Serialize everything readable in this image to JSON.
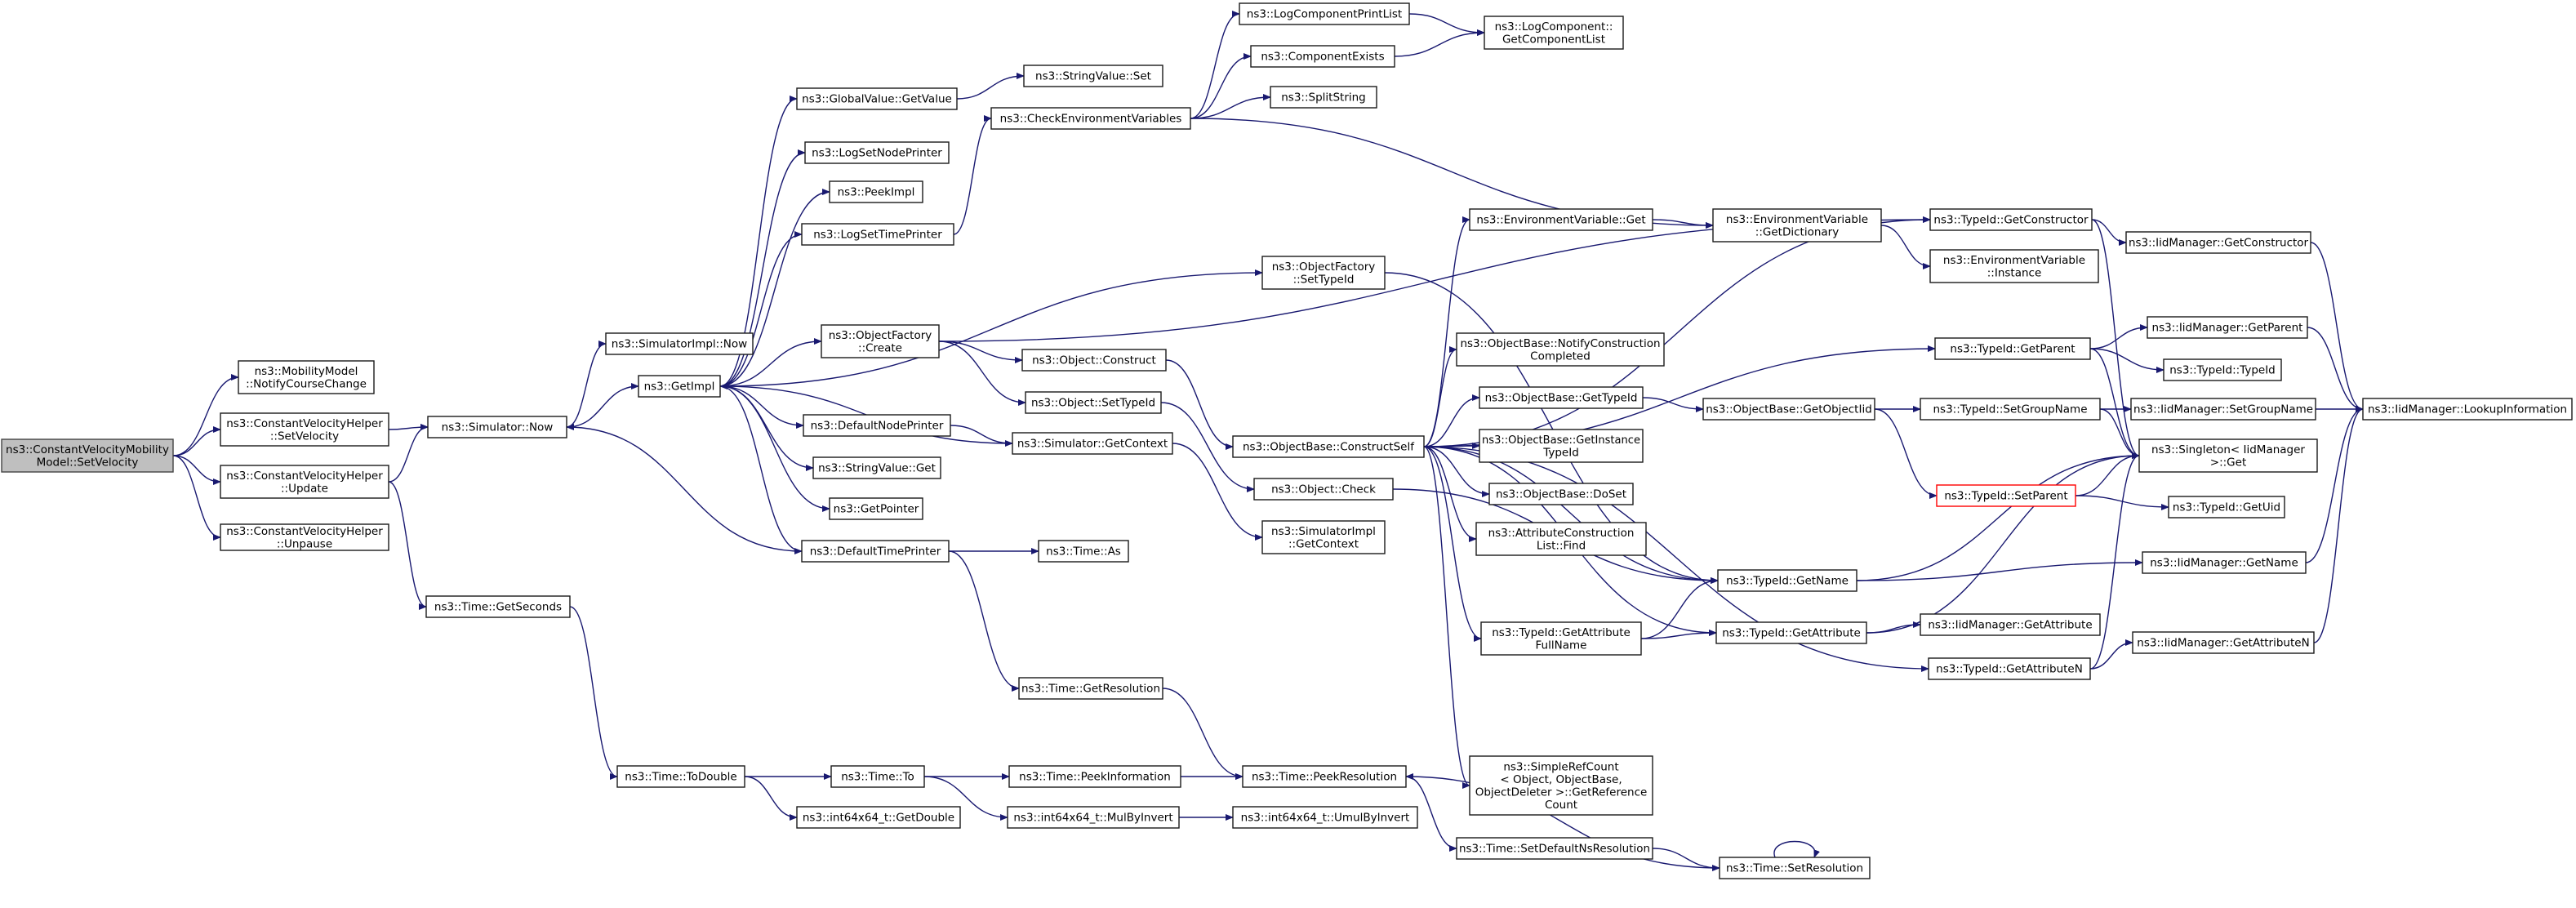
{
  "graph": {
    "title": "",
    "colors": {
      "edge": "#191970",
      "node_border": "#1a1a1a",
      "root_fill": "#bfbfbf",
      "highlight_border": "#ff0000"
    },
    "nodes": [
      {
        "id": "root",
        "label": [
          "ns3::ConstantVelocityMobility",
          "Model::SetVelocity"
        ],
        "style": "root"
      },
      {
        "id": "nccc",
        "label": [
          "ns3::MobilityModel",
          "::NotifyCourseChange"
        ]
      },
      {
        "id": "cvh_setv",
        "label": [
          "ns3::ConstantVelocityHelper",
          "::SetVelocity"
        ]
      },
      {
        "id": "cvh_upd",
        "label": [
          "ns3::ConstantVelocityHelper",
          "::Update"
        ]
      },
      {
        "id": "cvh_unp",
        "label": [
          "ns3::ConstantVelocityHelper",
          "::Unpause"
        ]
      },
      {
        "id": "sim_now",
        "label": [
          "ns3::Simulator::Now"
        ]
      },
      {
        "id": "time_gets",
        "label": [
          "ns3::Time::GetSeconds"
        ]
      },
      {
        "id": "simimpl_now",
        "label": [
          "ns3::SimulatorImpl::Now"
        ]
      },
      {
        "id": "getimpl",
        "label": [
          "ns3::GetImpl"
        ]
      },
      {
        "id": "gv_getv",
        "label": [
          "ns3::GlobalValue::GetValue"
        ]
      },
      {
        "id": "lsnp",
        "label": [
          "ns3::LogSetNodePrinter"
        ]
      },
      {
        "id": "peekimpl",
        "label": [
          "ns3::PeekImpl"
        ]
      },
      {
        "id": "lstp",
        "label": [
          "ns3::LogSetTimePrinter"
        ]
      },
      {
        "id": "of_create",
        "label": [
          "ns3::ObjectFactory",
          "::Create"
        ]
      },
      {
        "id": "dnp",
        "label": [
          "ns3::DefaultNodePrinter"
        ]
      },
      {
        "id": "sv_get",
        "label": [
          "ns3::StringValue::Get"
        ]
      },
      {
        "id": "getptr",
        "label": [
          "ns3::GetPointer"
        ]
      },
      {
        "id": "dtp",
        "label": [
          "ns3::DefaultTimePrinter"
        ]
      },
      {
        "id": "time_todbl",
        "label": [
          "ns3::Time::ToDouble"
        ]
      },
      {
        "id": "i64_getd",
        "label": [
          "ns3::int64x64_t::GetDouble"
        ]
      },
      {
        "id": "time_to",
        "label": [
          "ns3::Time::To"
        ]
      },
      {
        "id": "sv_set",
        "label": [
          "ns3::StringValue::Set"
        ]
      },
      {
        "id": "cev",
        "label": [
          "ns3::CheckEnvironmentVariables"
        ]
      },
      {
        "id": "obj_construct",
        "label": [
          "ns3::Object::Construct"
        ]
      },
      {
        "id": "obj_settid",
        "label": [
          "ns3::Object::SetTypeId"
        ]
      },
      {
        "id": "sim_getctx",
        "label": [
          "ns3::Simulator::GetContext"
        ]
      },
      {
        "id": "time_as",
        "label": [
          "ns3::Time::As"
        ]
      },
      {
        "id": "time_getres",
        "label": [
          "ns3::Time::GetResolution"
        ]
      },
      {
        "id": "time_peekinfo",
        "label": [
          "ns3::Time::PeekInformation"
        ]
      },
      {
        "id": "i64_mulbyinv",
        "label": [
          "ns3::int64x64_t::MulByInvert"
        ]
      },
      {
        "id": "lcpl",
        "label": [
          "ns3::LogComponentPrintList"
        ]
      },
      {
        "id": "comp_exists",
        "label": [
          "ns3::ComponentExists"
        ]
      },
      {
        "id": "splitstr",
        "label": [
          "ns3::SplitString"
        ]
      },
      {
        "id": "of_settid",
        "label": [
          "ns3::ObjectFactory",
          "::SetTypeId"
        ]
      },
      {
        "id": "ob_cself",
        "label": [
          "ns3::ObjectBase::ConstructSelf"
        ]
      },
      {
        "id": "obj_check",
        "label": [
          "ns3::Object::Check"
        ]
      },
      {
        "id": "simimpl_getctx",
        "label": [
          "ns3::SimulatorImpl",
          "::GetContext"
        ]
      },
      {
        "id": "time_peekres",
        "label": [
          "ns3::Time::PeekResolution"
        ]
      },
      {
        "id": "i64_umul",
        "label": [
          "ns3::int64x64_t::UmulByInvert"
        ]
      },
      {
        "id": "time_setdef",
        "label": [
          "ns3::Time::SetDefaultNsResolution"
        ]
      },
      {
        "id": "lc_getcl",
        "label": [
          "ns3::LogComponent::",
          "GetComponentList"
        ]
      },
      {
        "id": "ev_get",
        "label": [
          "ns3::EnvironmentVariable::Get"
        ]
      },
      {
        "id": "ob_ncc",
        "label": [
          "ns3::ObjectBase::NotifyConstruction",
          "Completed"
        ]
      },
      {
        "id": "ob_gettid",
        "label": [
          "ns3::ObjectBase::GetTypeId"
        ]
      },
      {
        "id": "ob_getinst",
        "label": [
          "ns3::ObjectBase::GetInstance",
          "TypeId"
        ]
      },
      {
        "id": "ob_doset",
        "label": [
          "ns3::ObjectBase::DoSet"
        ]
      },
      {
        "id": "acl_find",
        "label": [
          "ns3::AttributeConstruction",
          "List::Find"
        ]
      },
      {
        "id": "tid_getafn",
        "label": [
          "ns3::TypeId::GetAttribute",
          "FullName"
        ]
      },
      {
        "id": "src",
        "label": [
          "ns3::SimpleRefCount",
          "< Object, ObjectBase,",
          "ObjectDeleter >::GetReference",
          "Count"
        ]
      },
      {
        "id": "ev_getdict",
        "label": [
          "ns3::EnvironmentVariable",
          "::GetDictionary"
        ]
      },
      {
        "id": "ob_getoid",
        "label": [
          "ns3::ObjectBase::GetObjectIid"
        ]
      },
      {
        "id": "tid_getname",
        "label": [
          "ns3::TypeId::GetName"
        ]
      },
      {
        "id": "tid_getattr",
        "label": [
          "ns3::TypeId::GetAttribute"
        ]
      },
      {
        "id": "time_setres",
        "label": [
          "ns3::Time::SetResolution"
        ]
      },
      {
        "id": "tid_getctor",
        "label": [
          "ns3::TypeId::GetConstructor"
        ]
      },
      {
        "id": "ev_inst",
        "label": [
          "ns3::EnvironmentVariable",
          "::Instance"
        ]
      },
      {
        "id": "tid_getparent",
        "label": [
          "ns3::TypeId::GetParent"
        ]
      },
      {
        "id": "tid_setgn",
        "label": [
          "ns3::TypeId::SetGroupName"
        ]
      },
      {
        "id": "tid_setparent",
        "label": [
          "ns3::TypeId::SetParent"
        ],
        "style": "red"
      },
      {
        "id": "tid_getattrn",
        "label": [
          "ns3::TypeId::GetAttributeN"
        ]
      },
      {
        "id": "iid_getctor",
        "label": [
          "ns3::IidManager::GetConstructor"
        ]
      },
      {
        "id": "iid_getparent",
        "label": [
          "ns3::IidManager::GetParent"
        ]
      },
      {
        "id": "tid_tid",
        "label": [
          "ns3::TypeId::TypeId"
        ]
      },
      {
        "id": "iid_setgn",
        "label": [
          "ns3::IidManager::SetGroupName"
        ]
      },
      {
        "id": "singleton",
        "label": [
          "ns3::Singleton< IidManager",
          ">::Get"
        ]
      },
      {
        "id": "tid_getuid",
        "label": [
          "ns3::TypeId::GetUid"
        ]
      },
      {
        "id": "iid_getname",
        "label": [
          "ns3::IidManager::GetName"
        ]
      },
      {
        "id": "iid_getattr",
        "label": [
          "ns3::IidManager::GetAttribute"
        ]
      },
      {
        "id": "iid_getattrn",
        "label": [
          "ns3::IidManager::GetAttributeN"
        ]
      },
      {
        "id": "iid_lookup",
        "label": [
          "ns3::IidManager::LookupInformation"
        ]
      }
    ],
    "edges": [
      [
        "root",
        "nccc"
      ],
      [
        "root",
        "cvh_setv"
      ],
      [
        "root",
        "cvh_upd"
      ],
      [
        "root",
        "cvh_unp"
      ],
      [
        "cvh_setv",
        "sim_now"
      ],
      [
        "cvh_upd",
        "sim_now"
      ],
      [
        "cvh_upd",
        "time_gets"
      ],
      [
        "sim_now",
        "simimpl_now"
      ],
      [
        "sim_now",
        "getimpl"
      ],
      [
        "time_gets",
        "time_todbl"
      ],
      [
        "time_todbl",
        "time_to"
      ],
      [
        "time_todbl",
        "i64_getd"
      ],
      [
        "time_to",
        "time_peekinfo"
      ],
      [
        "time_to",
        "i64_mulbyinv"
      ],
      [
        "time_peekinfo",
        "time_peekres"
      ],
      [
        "i64_mulbyinv",
        "i64_umul"
      ],
      [
        "getimpl",
        "gv_getv"
      ],
      [
        "getimpl",
        "lsnp"
      ],
      [
        "getimpl",
        "peekimpl"
      ],
      [
        "getimpl",
        "lstp"
      ],
      [
        "getimpl",
        "of_create"
      ],
      [
        "getimpl",
        "dnp"
      ],
      [
        "getimpl",
        "sv_get"
      ],
      [
        "getimpl",
        "getptr"
      ],
      [
        "getimpl",
        "dtp"
      ],
      [
        "getimpl",
        "of_settid"
      ],
      [
        "gv_getv",
        "sv_set"
      ],
      [
        "lstp",
        "cev"
      ],
      [
        "dnp",
        "sim_getctx"
      ],
      [
        "sim_getctx",
        "getimpl"
      ],
      [
        "sim_getctx",
        "simimpl_getctx"
      ],
      [
        "dtp",
        "sim_now"
      ],
      [
        "dtp",
        "time_as"
      ],
      [
        "dtp",
        "time_getres"
      ],
      [
        "time_getres",
        "time_peekres"
      ],
      [
        "of_create",
        "obj_construct"
      ],
      [
        "of_create",
        "obj_settid"
      ],
      [
        "of_create",
        "tid_getctor"
      ],
      [
        "obj_construct",
        "ob_cself"
      ],
      [
        "obj_settid",
        "obj_check"
      ],
      [
        "cev",
        "lcpl"
      ],
      [
        "cev",
        "comp_exists"
      ],
      [
        "cev",
        "splitstr"
      ],
      [
        "cev",
        "ev_getdict"
      ],
      [
        "lcpl",
        "lc_getcl"
      ],
      [
        "comp_exists",
        "lc_getcl"
      ],
      [
        "of_settid",
        "tid_getname"
      ],
      [
        "ob_cself",
        "ev_get"
      ],
      [
        "ob_cself",
        "ob_ncc"
      ],
      [
        "ob_cself",
        "ob_gettid"
      ],
      [
        "ob_cself",
        "ob_getinst"
      ],
      [
        "ob_cself",
        "ob_doset"
      ],
      [
        "ob_cself",
        "acl_find"
      ],
      [
        "ob_cself",
        "tid_getafn"
      ],
      [
        "ob_cself",
        "src"
      ],
      [
        "ob_cself",
        "tid_getname"
      ],
      [
        "ob_cself",
        "tid_getattr"
      ],
      [
        "ob_cself",
        "tid_getattrn"
      ],
      [
        "ob_cself",
        "tid_getparent"
      ],
      [
        "ob_cself",
        "tid_getctor"
      ],
      [
        "obj_check",
        "tid_getname"
      ],
      [
        "ev_get",
        "ev_getdict"
      ],
      [
        "ev_getdict",
        "ev_inst"
      ],
      [
        "ob_gettid",
        "ob_getoid"
      ],
      [
        "ob_getoid",
        "tid_setgn"
      ],
      [
        "ob_getoid",
        "tid_setparent"
      ],
      [
        "tid_getafn",
        "tid_getname"
      ],
      [
        "tid_getafn",
        "tid_getattr"
      ],
      [
        "tid_getname",
        "singleton"
      ],
      [
        "tid_getname",
        "iid_getname"
      ],
      [
        "tid_getattr",
        "singleton"
      ],
      [
        "tid_getattr",
        "iid_getattr"
      ],
      [
        "tid_getattrn",
        "singleton"
      ],
      [
        "tid_getattrn",
        "iid_getattrn"
      ],
      [
        "tid_getctor",
        "iid_getctor"
      ],
      [
        "tid_getctor",
        "singleton"
      ],
      [
        "tid_getparent",
        "iid_getparent"
      ],
      [
        "tid_getparent",
        "tid_tid"
      ],
      [
        "tid_getparent",
        "singleton"
      ],
      [
        "tid_setgn",
        "iid_setgn"
      ],
      [
        "tid_setgn",
        "singleton"
      ],
      [
        "tid_setparent",
        "singleton"
      ],
      [
        "tid_setparent",
        "tid_getuid"
      ],
      [
        "iid_getctor",
        "iid_lookup"
      ],
      [
        "iid_getparent",
        "iid_lookup"
      ],
      [
        "iid_setgn",
        "iid_lookup"
      ],
      [
        "iid_getname",
        "iid_lookup"
      ],
      [
        "iid_getattrn",
        "iid_lookup"
      ],
      [
        "time_peekres",
        "time_setdef"
      ],
      [
        "time_setdef",
        "time_setres"
      ],
      [
        "time_setres",
        "time_peekres"
      ],
      [
        "time_setres",
        "time_setres"
      ]
    ]
  }
}
